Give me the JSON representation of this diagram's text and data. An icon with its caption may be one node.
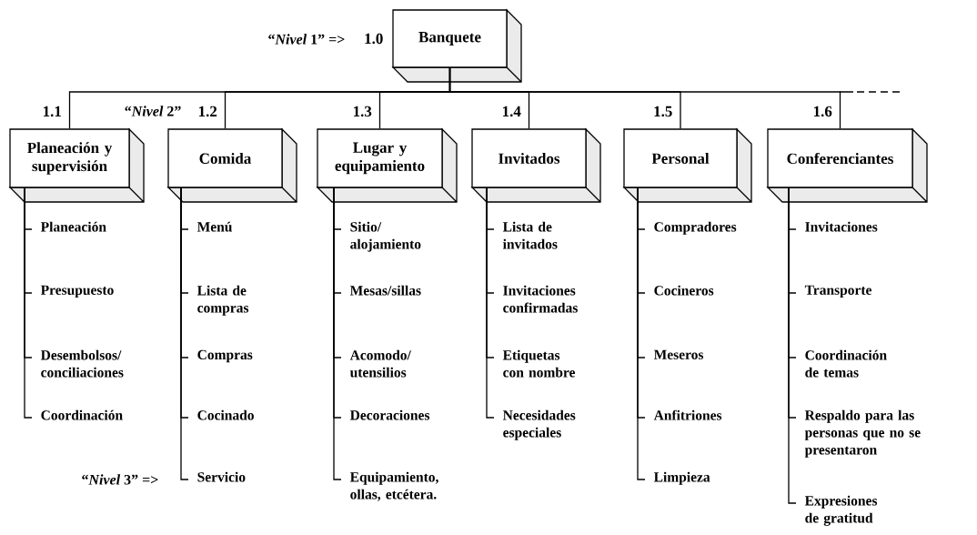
{
  "diagram": {
    "nodes": [
      {
        "text": [
          "Banquete"
        ],
        "beside": [
          "1.0"
        ]
      },
      {
        "text": [
          "Planeación y supervisión"
        ],
        "beside": [
          "1.1"
        ]
      },
      {
        "text": [
          "Comida"
        ],
        "beside": [
          "1.2"
        ]
      },
      {
        "text": [
          "Lugar y equipamiento"
        ],
        "beside": [
          "1.3"
        ]
      },
      {
        "text": [
          "Invitados"
        ],
        "beside": [
          "1.4"
        ]
      },
      {
        "text": [
          "Personal"
        ],
        "beside": [
          "1.5"
        ]
      },
      {
        "text": [
          "Conferenciantes"
        ],
        "beside": [
          "1.6"
        ]
      },
      {
        "text": [
          "Planeación"
        ]
      },
      {
        "text": [
          "Presupuesto"
        ]
      },
      {
        "text": [
          "Desembolsos/ conciliaciones"
        ]
      },
      {
        "text": [
          "Coordinación"
        ]
      },
      {
        "text": [
          "Menú"
        ]
      },
      {
        "text": [
          "Lista de compras"
        ]
      },
      {
        "text": [
          "Compras"
        ]
      },
      {
        "text": [
          "Cocinado"
        ]
      },
      {
        "text": [
          "Servicio"
        ]
      },
      {
        "text": [
          "Sitio/ alojamiento"
        ]
      },
      {
        "text": [
          "Mesas/sillas"
        ]
      },
      {
        "text": [
          "Acomodo/ utensilios"
        ]
      },
      {
        "text": [
          "Decoraciones"
        ]
      },
      {
        "text": [
          "Equipamiento, ollas, etcétera."
        ]
      },
      {
        "text": [
          "Lista de invitados"
        ]
      },
      {
        "text": [
          "Invitaciones confirmadas"
        ]
      },
      {
        "text": [
          "Etiquetas con nombre"
        ]
      },
      {
        "text": [
          "Necesidades especiales"
        ]
      },
      {
        "text": [
          "Compradores"
        ]
      },
      {
        "text": [
          "Cocineros"
        ]
      },
      {
        "text": [
          "Meseros"
        ]
      },
      {
        "text": [
          "Anfitriones"
        ]
      },
      {
        "text": [
          "Limpieza"
        ]
      },
      {
        "text": [
          "Invitaciones"
        ]
      },
      {
        "text": [
          "Transporte"
        ]
      },
      {
        "text": [
          "Coordinación de temas"
        ]
      },
      {
        "text": [
          "Respaldo para las personas que no se presentaron"
        ]
      },
      {
        "text": [
          "Expresiones de gratitud"
        ]
      }
    ],
    "edges": [
      {
        "from": 0,
        "to": 1,
        "arrow": "none"
      },
      {
        "from": 0,
        "to": 2,
        "arrow": "none"
      },
      {
        "from": 0,
        "to": 3,
        "arrow": "none"
      },
      {
        "from": 0,
        "to": 4,
        "arrow": "none"
      },
      {
        "from": 0,
        "to": 5,
        "arrow": "none"
      },
      {
        "from": 0,
        "to": 6,
        "arrow": "none"
      },
      {
        "from": 1,
        "to": 7,
        "arrow": "none"
      },
      {
        "from": 1,
        "to": 8,
        "arrow": "none"
      },
      {
        "from": 1,
        "to": 9,
        "arrow": "none"
      },
      {
        "from": 1,
        "to": 10,
        "arrow": "none"
      },
      {
        "from": 2,
        "to": 11,
        "arrow": "none"
      },
      {
        "from": 2,
        "to": 12,
        "arrow": "none"
      },
      {
        "from": 2,
        "to": 13,
        "arrow": "none"
      },
      {
        "from": 2,
        "to": 14,
        "arrow": "none"
      },
      {
        "from": 2,
        "to": 15,
        "arrow": "none"
      },
      {
        "from": 3,
        "to": 16,
        "arrow": "none"
      },
      {
        "from": 3,
        "to": 17,
        "arrow": "none"
      },
      {
        "from": 3,
        "to": 18,
        "arrow": "none"
      },
      {
        "from": 3,
        "to": 19,
        "arrow": "none"
      },
      {
        "from": 3,
        "to": 20,
        "arrow": "none"
      },
      {
        "from": 4,
        "to": 21,
        "arrow": "none"
      },
      {
        "from": 4,
        "to": 22,
        "arrow": "none"
      },
      {
        "from": 4,
        "to": 23,
        "arrow": "none"
      },
      {
        "from": 4,
        "to": 24,
        "arrow": "none"
      },
      {
        "from": 5,
        "to": 25,
        "arrow": "none"
      },
      {
        "from": 5,
        "to": 26,
        "arrow": "none"
      },
      {
        "from": 5,
        "to": 27,
        "arrow": "none"
      },
      {
        "from": 5,
        "to": 28,
        "arrow": "none"
      },
      {
        "from": 5,
        "to": 29,
        "arrow": "none"
      },
      {
        "from": 6,
        "to": 30,
        "arrow": "none"
      },
      {
        "from": 6,
        "to": 31,
        "arrow": "none"
      },
      {
        "from": 6,
        "to": 32,
        "arrow": "none"
      },
      {
        "from": 6,
        "to": 33,
        "arrow": "none"
      },
      {
        "from": 6,
        "to": 34,
        "arrow": "none"
      }
    ],
    "labels": [
      "“*Nivel* 1” =>",
      "“*Nivel* 2”",
      "“*Nivel* 3” =>"
    ]
  }
}
